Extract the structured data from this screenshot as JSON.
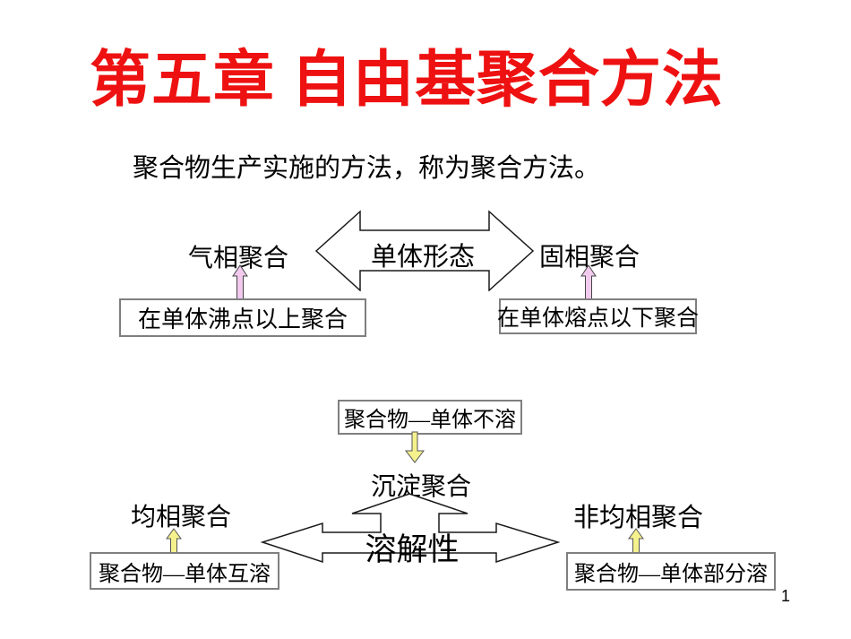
{
  "slide": {
    "title": "第五章 自由基聚合方法",
    "subtitle": "聚合物生产实施的方法，称为聚合方法。",
    "page_number": "1"
  },
  "monomer_state_diagram": {
    "center_label": "单体形态",
    "left_label": "气相聚合",
    "right_label": "固相聚合",
    "left_note": "在单体沸点以上聚合",
    "right_note": "在单体熔点以下聚合"
  },
  "solubility_diagram": {
    "top_note": "聚合物—单体不溶",
    "precipitation_label": "沉淀聚合",
    "center_label": "溶解性",
    "left_label": "均相聚合",
    "right_label": "非均相聚合",
    "left_note": "聚合物—单体互溶",
    "right_note": "聚合物—单体部分溶"
  },
  "colors": {
    "title_red": "#ee1111",
    "pink_arrow": "#f2caee",
    "yellow_arrow": "#f5f18d",
    "shape_fill": "#ffffff",
    "shape_outline": "#1a1a1a",
    "box_border": "#7f7f7f"
  }
}
